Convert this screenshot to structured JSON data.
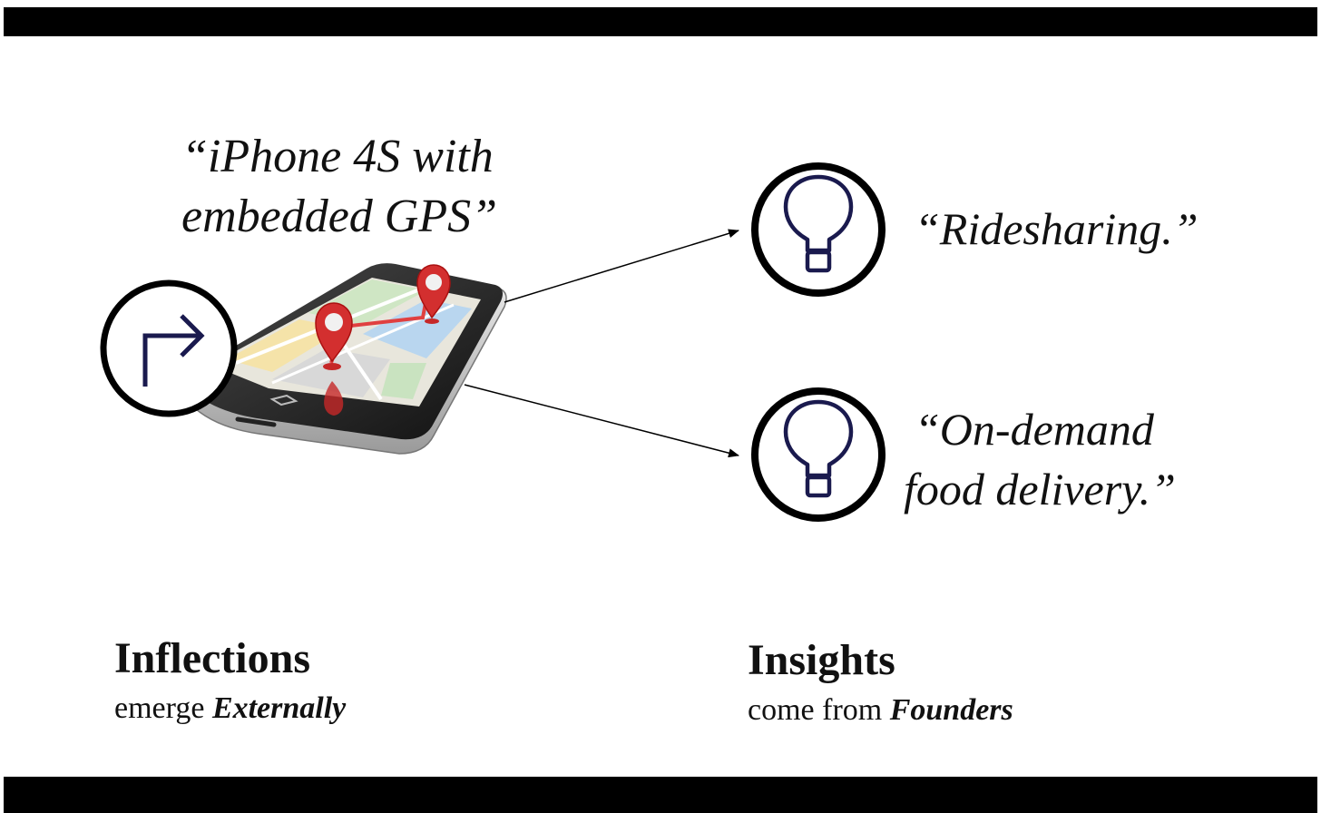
{
  "inflection": {
    "quote_line1": "“iPhone 4S with",
    "quote_line2": "embedded GPS”",
    "icon": "turn-right-arrow-icon",
    "illustration": "smartphone-map-gps-illustration",
    "heading": "Inflections",
    "sub_prefix": "emerge ",
    "sub_emphasis": "Externally"
  },
  "insights": {
    "items": [
      {
        "icon": "lightbulb-icon",
        "line1": "“Ridesharing.”"
      },
      {
        "icon": "lightbulb-icon",
        "line1": "“On-demand",
        "line2": "food delivery.”"
      }
    ],
    "heading": "Insights",
    "sub_prefix": "come from ",
    "sub_emphasis": "Founders"
  },
  "colors": {
    "bars": "#000000",
    "icon_stroke": "#1a1a4e",
    "pin_red": "#d32f2f",
    "map_road": "#e04040"
  }
}
